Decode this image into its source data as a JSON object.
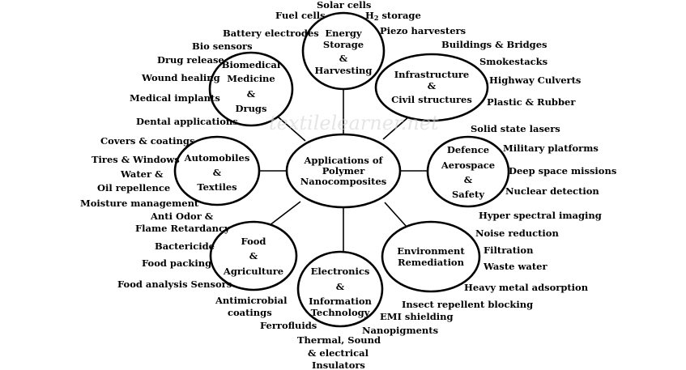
{
  "watermark": "textilelearner.net",
  "center": {
    "lines": [
      "Applications of",
      "Polymer",
      "Nanocomposites"
    ]
  },
  "nodes": {
    "energy": {
      "lines": [
        "Energy",
        "Storage",
        "&",
        "Harvesting"
      ]
    },
    "biomedical": {
      "lines": [
        "Biomedical",
        "Medicine",
        "&",
        "Drugs"
      ]
    },
    "infrastructure": {
      "lines": [
        "Infrastructure",
        "&",
        "Civil structures"
      ]
    },
    "automobiles": {
      "lines": [
        "Automobiles",
        "&",
        "Textiles"
      ]
    },
    "defence": {
      "lines": [
        "Defence",
        "Aerospace",
        "&",
        "Safety"
      ]
    },
    "food": {
      "lines": [
        "Food",
        "&",
        "Agriculture"
      ]
    },
    "environment": {
      "lines": [
        "Environment",
        "Remediation"
      ]
    },
    "electronics": {
      "lines": [
        "Electronics",
        "&",
        "Information",
        "Technology"
      ]
    }
  },
  "labels": {
    "solar_cells": "Solar cells",
    "fuel_cells": "Fuel cells",
    "h2_storage_main": "H",
    "h2_storage_sub": "2",
    "h2_storage_rest": " storage",
    "piezo": "Piezo harvesters",
    "battery": "Battery electrodes",
    "bio_sensors": "Bio sensors",
    "drug_release": "Drug release",
    "wound_healing": "Wound healing",
    "medical_implants": "Medical implants",
    "dental": "Dental applications",
    "buildings": "Buildings & Bridges",
    "smokestacks": "Smokestacks",
    "highway": "Highway Culverts",
    "plastic": "Plastic & Rubber",
    "covers": "Covers & coatings",
    "tires": "Tires & Windows",
    "water_1": "Water &",
    "water_2": "Oil repellence",
    "moisture": "Moisture management",
    "anti_odor_1": "Anti Odor &",
    "anti_odor_2": "Flame Retardancy",
    "solid_state": "Solid state lasers",
    "military": "Military platforms",
    "deep_space": "Deep space missions",
    "nuclear": "Nuclear detection",
    "hyper": "Hyper spectral imaging",
    "noise": "Noise reduction",
    "filtration": "Filtration",
    "waste_water": "Waste water",
    "heavy_metal": "Heavy metal adsorption",
    "insect": "Insect repellent blocking",
    "bactericide": "Bactericide",
    "food_packing": "Food  packing",
    "food_analysis": "Food analysis Sensors",
    "antimicrobial_1": "Antimicrobial",
    "antimicrobial_2": "coatings",
    "ferrofluids": "Ferrofluids",
    "emi": "EMI shielding",
    "nanopigments": "Nanopigments",
    "thermal_1": "Thermal, Sound",
    "thermal_2": "& electrical",
    "thermal_3": "Insulators"
  }
}
